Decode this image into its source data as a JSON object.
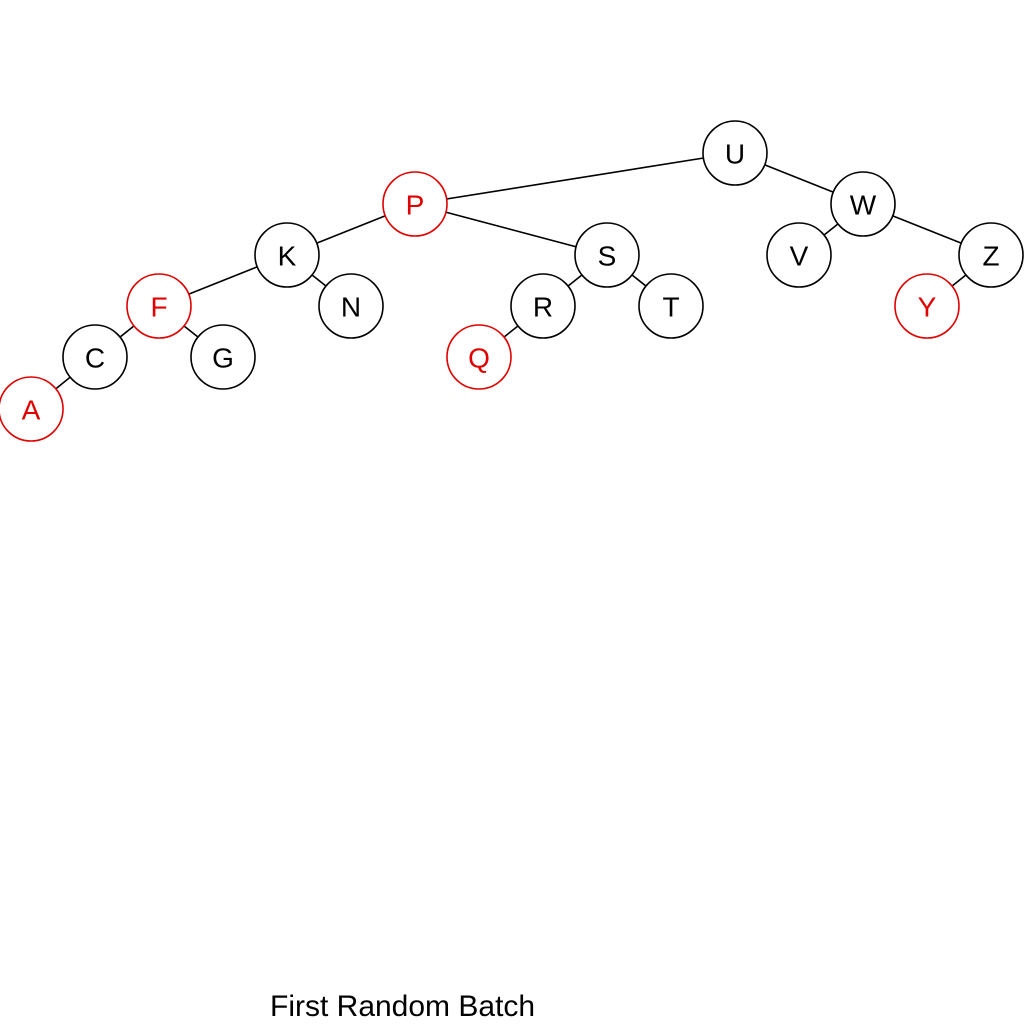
{
  "colors": {
    "red": "#e00000",
    "black": "#000000",
    "background": "#ffffff"
  },
  "tree": {
    "nodes": [
      {
        "id": "U",
        "label": "U",
        "color": "black"
      },
      {
        "id": "P",
        "label": "P",
        "color": "red"
      },
      {
        "id": "W",
        "label": "W",
        "color": "black"
      },
      {
        "id": "K",
        "label": "K",
        "color": "black"
      },
      {
        "id": "S",
        "label": "S",
        "color": "black"
      },
      {
        "id": "V",
        "label": "V",
        "color": "black"
      },
      {
        "id": "Z",
        "label": "Z",
        "color": "black"
      },
      {
        "id": "F",
        "label": "F",
        "color": "red"
      },
      {
        "id": "N",
        "label": "N",
        "color": "black"
      },
      {
        "id": "R",
        "label": "R",
        "color": "black"
      },
      {
        "id": "T",
        "label": "T",
        "color": "black"
      },
      {
        "id": "Y",
        "label": "Y",
        "color": "red"
      },
      {
        "id": "C",
        "label": "C",
        "color": "black"
      },
      {
        "id": "G",
        "label": "G",
        "color": "black"
      },
      {
        "id": "Q",
        "label": "Q",
        "color": "red"
      },
      {
        "id": "A",
        "label": "A",
        "color": "red"
      }
    ],
    "edges": [
      [
        "U",
        "P"
      ],
      [
        "U",
        "W"
      ],
      [
        "P",
        "K"
      ],
      [
        "P",
        "S"
      ],
      [
        "W",
        "V"
      ],
      [
        "W",
        "Z"
      ],
      [
        "K",
        "F"
      ],
      [
        "K",
        "N"
      ],
      [
        "S",
        "R"
      ],
      [
        "S",
        "T"
      ],
      [
        "Z",
        "Y"
      ],
      [
        "F",
        "C"
      ],
      [
        "F",
        "G"
      ],
      [
        "R",
        "Q"
      ],
      [
        "C",
        "A"
      ]
    ]
  },
  "caption": "First Random Batch"
}
